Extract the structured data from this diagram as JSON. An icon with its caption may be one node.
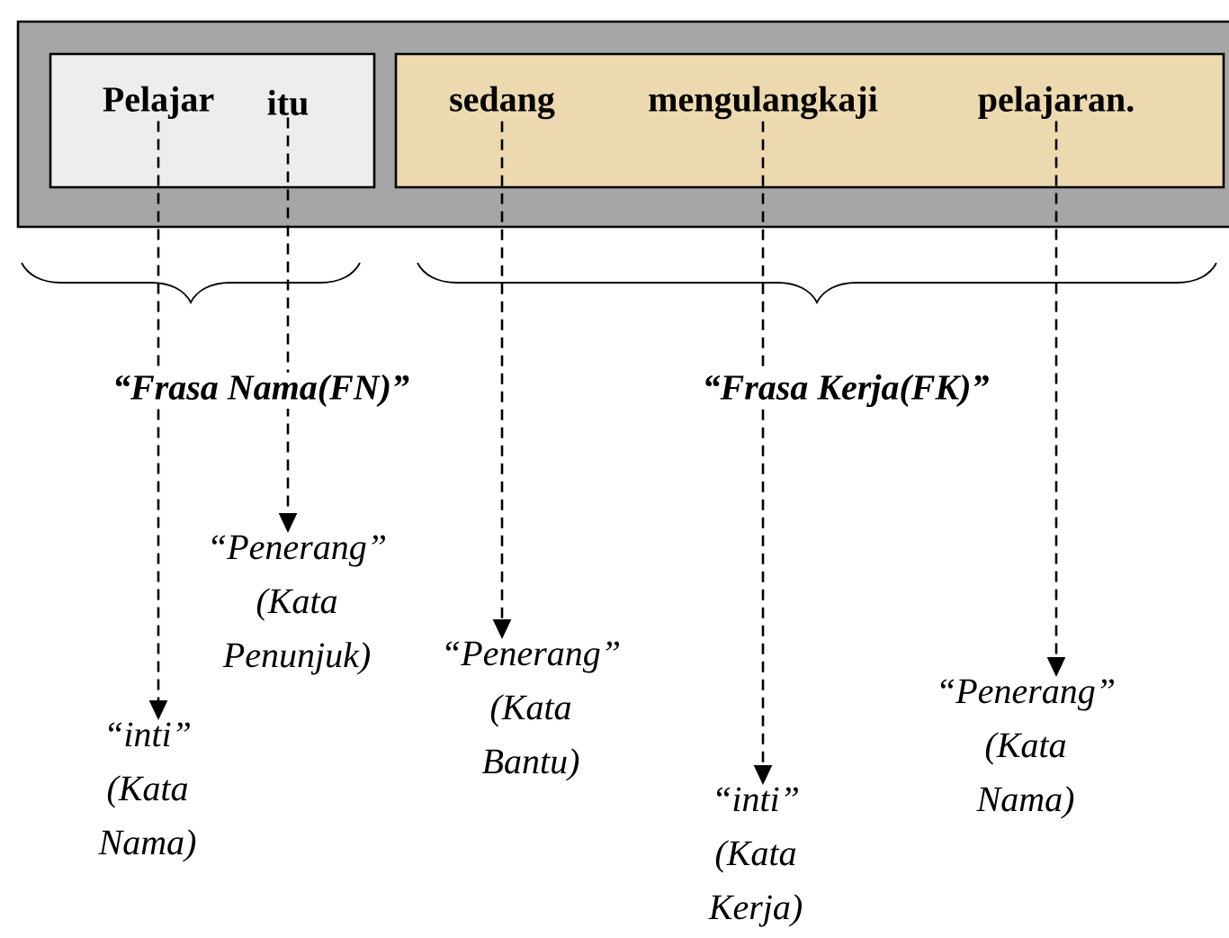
{
  "diagram": {
    "nodes": [
      {
        "text": [],
        "shape": "box"
      },
      {
        "text": [],
        "shape": "box",
        "in": 0
      },
      {
        "text": [
          "Pelajar"
        ],
        "in": 1
      },
      {
        "text": [
          "itu"
        ],
        "in": 1
      },
      {
        "text": [],
        "shape": "box",
        "in": 0
      },
      {
        "text": [
          "sedang"
        ],
        "in": 4
      },
      {
        "text": [
          "mengulangkaji"
        ],
        "in": 4
      },
      {
        "text": [
          "pelajaran."
        ],
        "in": 4
      },
      {
        "text": [
          "“inti” (Kata Nama)"
        ]
      },
      {
        "text": [
          "“Penerang” (Kata Penunjuk)"
        ]
      },
      {
        "text": [
          "“Penerang” (Kata Bantu)"
        ]
      },
      {
        "text": [
          "“inti” (Kata Kerja)"
        ]
      },
      {
        "text": [
          "“Penerang” (Kata Nama)"
        ]
      }
    ],
    "edges": [
      {
        "from": 2,
        "to": 8,
        "arrow": "to",
        "style": "dashed"
      },
      {
        "from": 3,
        "to": 9,
        "arrow": "to",
        "style": "dashed"
      },
      {
        "from": 5,
        "to": 10,
        "arrow": "to",
        "style": "dashed"
      },
      {
        "from": 6,
        "to": 11,
        "arrow": "to",
        "style": "dashed"
      },
      {
        "from": 7,
        "to": 12,
        "arrow": "to",
        "style": "dashed"
      }
    ],
    "labels": [
      "“Frasa Nama(FN)”",
      "“Frasa Kerja(FK)”"
    ]
  }
}
